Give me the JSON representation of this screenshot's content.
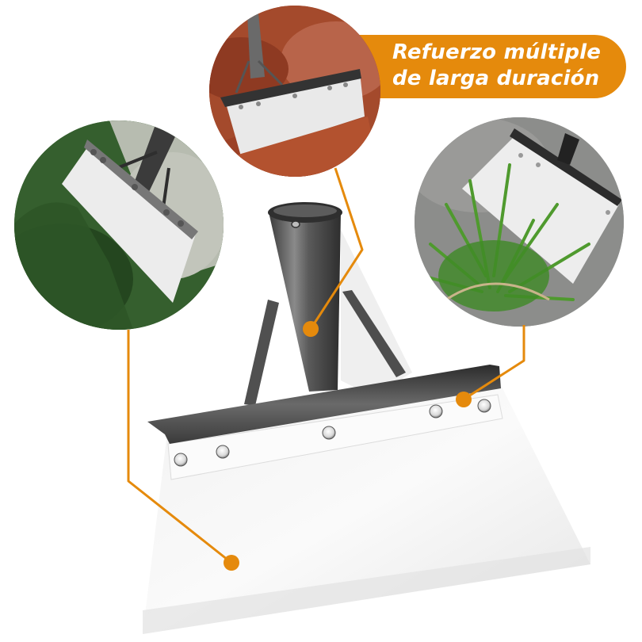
{
  "banner": {
    "line1": "Refuerzo múltiple",
    "line2": "de larga duración"
  },
  "colors": {
    "accent": "#e58a0c",
    "banner_text": "#ffffff",
    "steel_dark": "#4a4a4a",
    "steel_light": "#ececec"
  },
  "insets": [
    {
      "name": "soil-scene",
      "description": "hoe blade in red soil"
    },
    {
      "name": "moss-scene",
      "description": "hoe blade scraping moss"
    },
    {
      "name": "weeds-scene",
      "description": "hoe blade removing weeds"
    }
  ],
  "product": {
    "name": "hoe-scraper",
    "callouts": [
      {
        "target": "socket",
        "from": "soil-scene"
      },
      {
        "target": "blade",
        "from": "moss-scene"
      },
      {
        "target": "reinforcement-bar",
        "from": "weeds-scene"
      }
    ]
  }
}
